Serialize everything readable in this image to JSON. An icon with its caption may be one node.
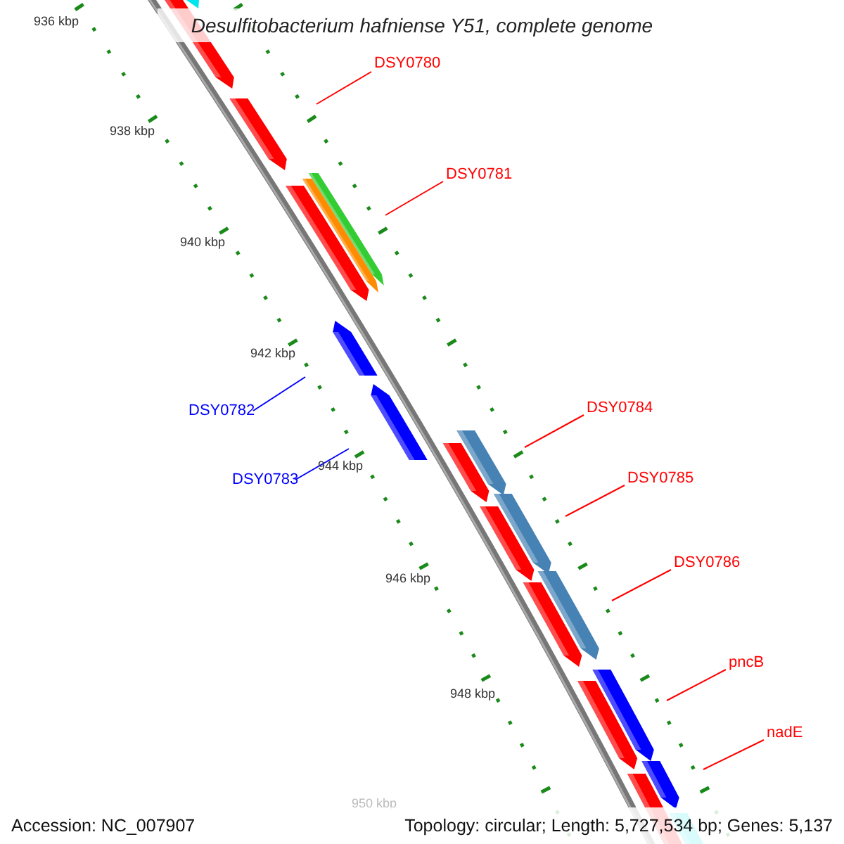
{
  "diagram": {
    "title": "Desulfitobacterium hafniense Y51, complete genome",
    "nodes": [
      {
        "text": [
          "DSY0780"
        ]
      },
      {
        "text": [
          "DSY0781"
        ]
      },
      {
        "text": [
          "DSY0782"
        ]
      },
      {
        "text": [
          "DSY0783"
        ]
      },
      {
        "text": [
          "DSY0784"
        ]
      },
      {
        "text": [
          "DSY0785"
        ]
      },
      {
        "text": [
          "DSY0786"
        ]
      },
      {
        "text": [
          "pncB"
        ]
      },
      {
        "text": [
          "nadE"
        ]
      }
    ],
    "edges": [
      {
        "from": 0,
        "to": null,
        "arrow": "none"
      },
      {
        "from": 1,
        "to": null,
        "arrow": "none"
      },
      {
        "from": 2,
        "to": null,
        "arrow": "none",
        "color": "#0000ff"
      },
      {
        "from": 3,
        "to": null,
        "arrow": "none",
        "color": "#0000ff"
      },
      {
        "from": 4,
        "to": null,
        "arrow": "none"
      },
      {
        "from": 5,
        "to": null,
        "arrow": "none"
      },
      {
        "from": 6,
        "to": null,
        "arrow": "none"
      },
      {
        "from": 7,
        "to": null,
        "arrow": "none"
      },
      {
        "from": 8,
        "to": null,
        "arrow": "none"
      }
    ],
    "labels": [
      "936 kbp",
      "938 kbp",
      "940 kbp",
      "942 kbp",
      "944 kbp",
      "946 kbp",
      "948 kbp",
      "950 kbp",
      "Accession: NC_007907",
      "Topology: circular; Length: 5,727,534 bp; Genes: 5,137"
    ]
  }
}
